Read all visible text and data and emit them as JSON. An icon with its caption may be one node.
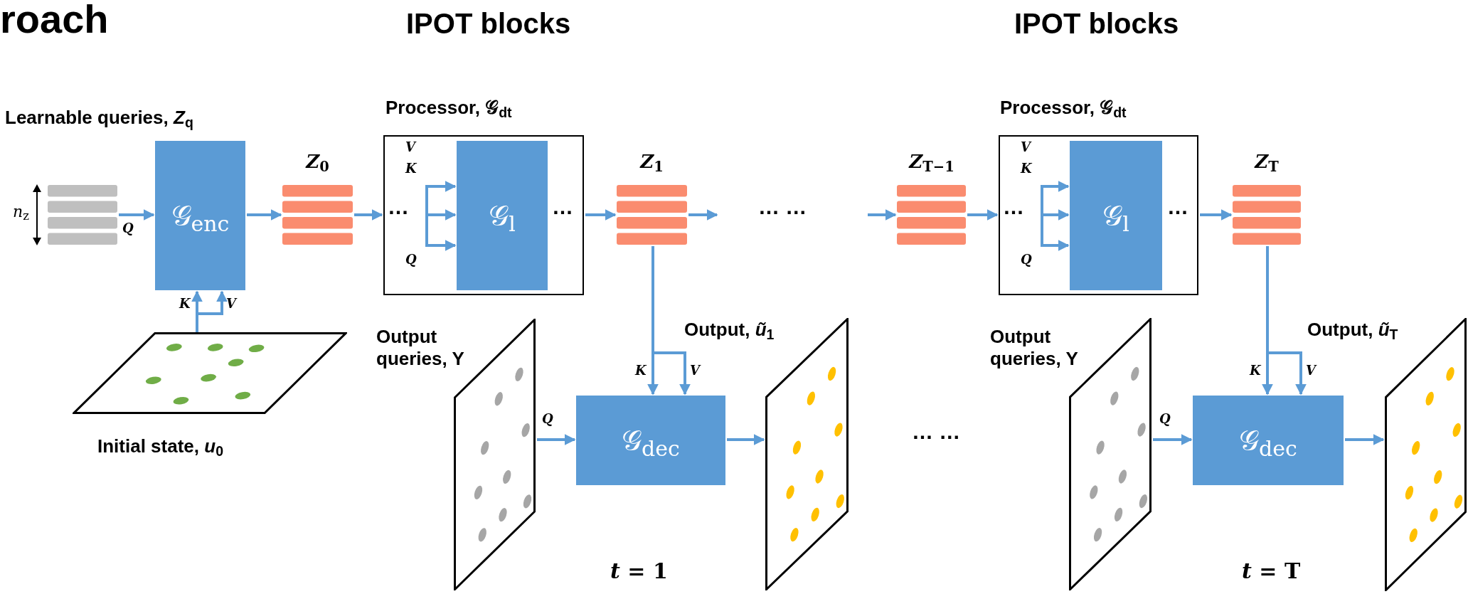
{
  "diagram": {
    "nodes": [
      {
        "text": [
          "Learnable queries, *Z*$_{q}$"
        ]
      },
      {
        "text": [
          "𝒢$_{enc}$"
        ]
      },
      {
        "text": [
          "Initial state, *u*$_{0}$"
        ]
      },
      {
        "text": [
          "*Z*$_{0}$"
        ]
      },
      {
        "text": [
          "Processor, 𝒢$_{dt}$"
        ]
      },
      {
        "text": [
          "𝒢$_{l}$"
        ],
        "in": 4
      },
      {
        "text": [
          "*Z*$_{1}$"
        ]
      },
      {
        "text": [
          "*Z*$_{T−1}$"
        ]
      },
      {
        "text": [
          "Processor, 𝒢$_{dt}$"
        ]
      },
      {
        "text": [
          "𝒢$_{l}$"
        ],
        "in": 8
      },
      {
        "text": [
          "*Z*$_{T}$"
        ]
      },
      {
        "text": [
          "Output queries, Y"
        ]
      },
      {
        "text": [
          "𝒢$_{dec}$"
        ]
      },
      {
        "text": [
          "Output, *ũ*$_{1}$"
        ]
      },
      {
        "text": [
          "Output queries, Y"
        ]
      },
      {
        "text": [
          "𝒢$_{dec}$"
        ]
      },
      {
        "text": [
          "Output, *ũ*$_{T}$"
        ]
      }
    ],
    "edges": [
      {
        "from": 0,
        "to": 1,
        "arrow": "to",
        "label": "Q"
      },
      {
        "from": 2,
        "to": 1,
        "arrow": "to",
        "label": "K"
      },
      {
        "from": 2,
        "to": 1,
        "arrow": "to",
        "label": "V"
      },
      {
        "from": 1,
        "to": 3,
        "arrow": "to"
      },
      {
        "from": 3,
        "to": 4,
        "arrow": "to"
      },
      {
        "from": null,
        "to": 5,
        "arrow": "to"
      },
      {
        "from": null,
        "to": 5,
        "arrow": "to"
      },
      {
        "from": null,
        "to": 5,
        "arrow": "to"
      },
      {
        "from": 4,
        "to": 6,
        "arrow": "to"
      },
      {
        "from": 6,
        "to": null,
        "arrow": "to"
      },
      {
        "from": null,
        "to": 7,
        "arrow": "to"
      },
      {
        "from": 7,
        "to": 8,
        "arrow": "to"
      },
      {
        "from": null,
        "to": 9,
        "arrow": "to"
      },
      {
        "from": null,
        "to": 9,
        "arrow": "to"
      },
      {
        "from": null,
        "to": 9,
        "arrow": "to"
      },
      {
        "from": 8,
        "to": 10,
        "arrow": "to"
      },
      {
        "from": 6,
        "to": 12,
        "arrow": "to",
        "label": "K"
      },
      {
        "from": 6,
        "to": 12,
        "arrow": "to",
        "label": "V"
      },
      {
        "from": 11,
        "to": 12,
        "arrow": "to",
        "label": "Q"
      },
      {
        "from": 12,
        "to": 13,
        "arrow": "to"
      },
      {
        "from": 10,
        "to": 15,
        "arrow": "to",
        "label": "K"
      },
      {
        "from": 10,
        "to": 15,
        "arrow": "to",
        "label": "V"
      },
      {
        "from": 14,
        "to": 15,
        "arrow": "to",
        "label": "Q"
      },
      {
        "from": 15,
        "to": 16,
        "arrow": "to"
      }
    ],
    "labels": [
      "roach",
      "IPOT blocks",
      "IPOT blocks",
      "*n*$_{z}$",
      "V",
      "K",
      "…",
      "…",
      "Q",
      "… …",
      "V",
      "K",
      "…",
      "…",
      "Q",
      "… …",
      "*t* = 1",
      "*t* = T"
    ]
  }
}
